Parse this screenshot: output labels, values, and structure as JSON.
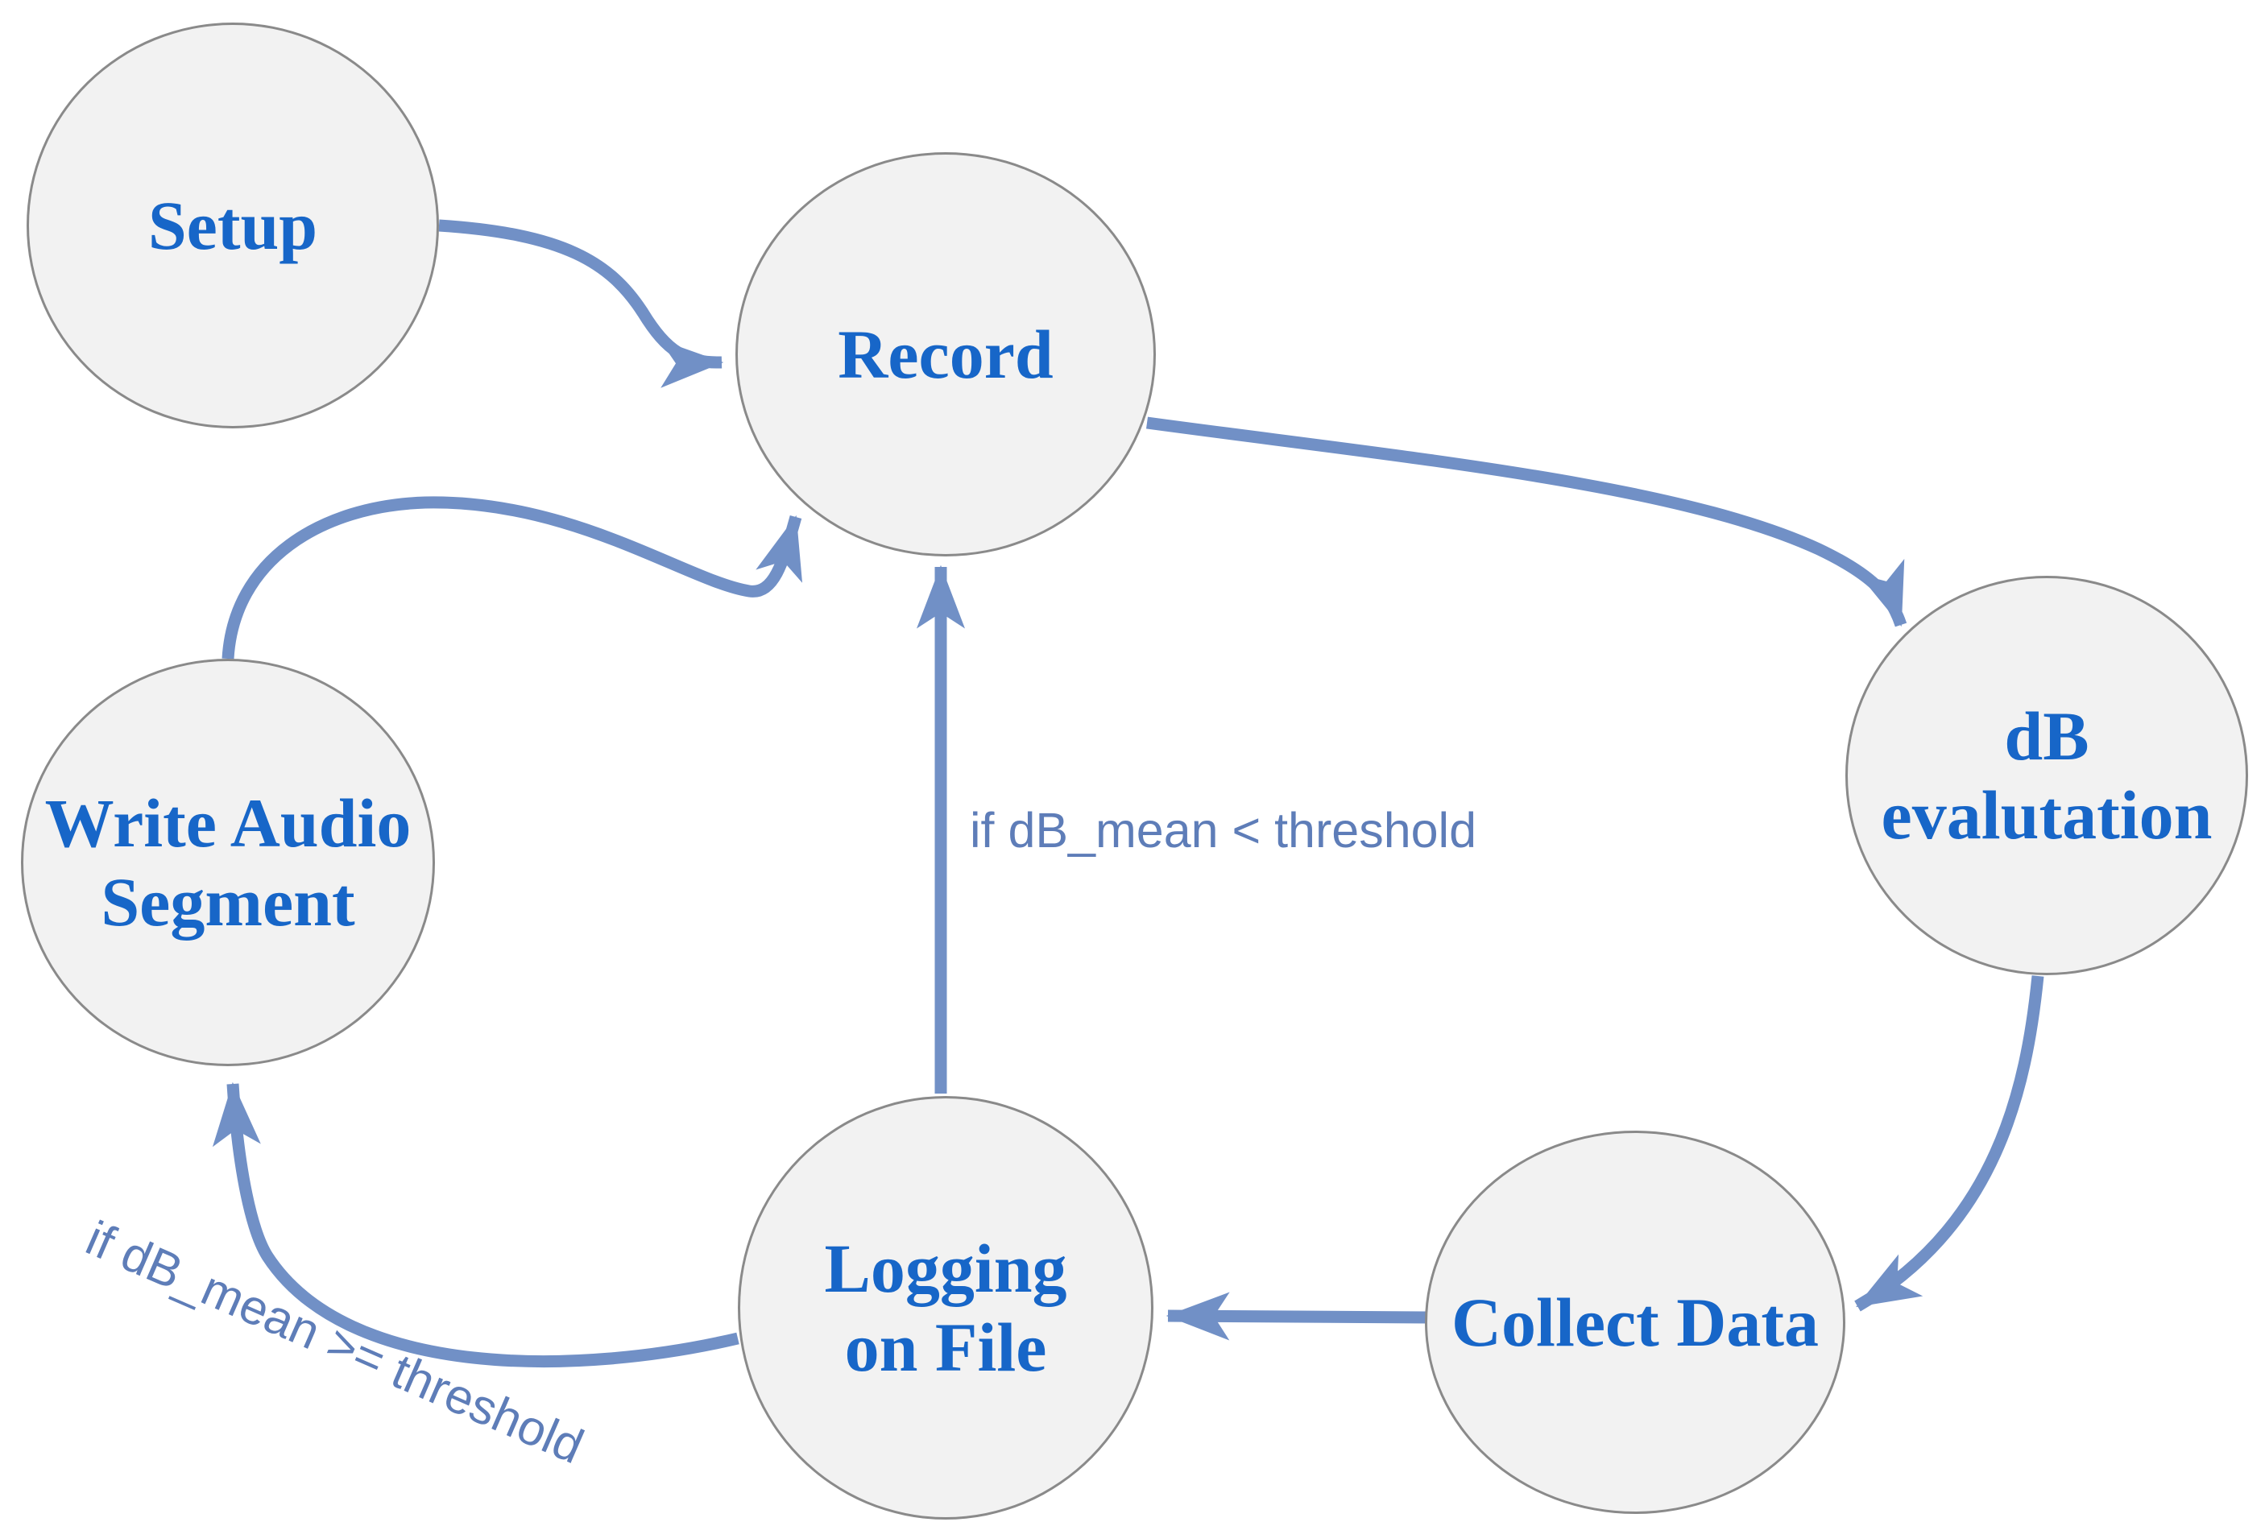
{
  "diagram": {
    "type": "state-flowchart",
    "colors": {
      "background": "#ffffff",
      "arrow": "#7190c6",
      "node_fill": "#f2f2f2",
      "node_border": "#8a8a8a",
      "node_label": "#1766c8",
      "edge_label": "#5e7db8"
    },
    "nodes": [
      {
        "id": "setup",
        "label": "Setup"
      },
      {
        "id": "record",
        "label": "Record"
      },
      {
        "id": "db-evalutation",
        "lines": [
          "dB",
          "evalutation"
        ]
      },
      {
        "id": "collect-data",
        "label": "Collect Data"
      },
      {
        "id": "logging-on-file",
        "lines": [
          "Logging",
          "on File"
        ]
      },
      {
        "id": "write-audio-segment",
        "lines": [
          "Write Audio",
          "Segment"
        ]
      }
    ],
    "edges": [
      {
        "from": "Setup",
        "to": "Record",
        "label": ""
      },
      {
        "from": "Record",
        "to": "dB evalutation",
        "label": ""
      },
      {
        "from": "dB evalutation",
        "to": "Collect Data",
        "label": ""
      },
      {
        "from": "Collect Data",
        "to": "Logging on File",
        "label": ""
      },
      {
        "from": "Logging on File",
        "to": "Record",
        "label": "if dB_mean < threshold"
      },
      {
        "from": "Logging on File",
        "to": "Write Audio Segment",
        "label": "if dB_mean >= threshold"
      },
      {
        "from": "Write Audio Segment",
        "to": "Record",
        "label": ""
      }
    ]
  }
}
